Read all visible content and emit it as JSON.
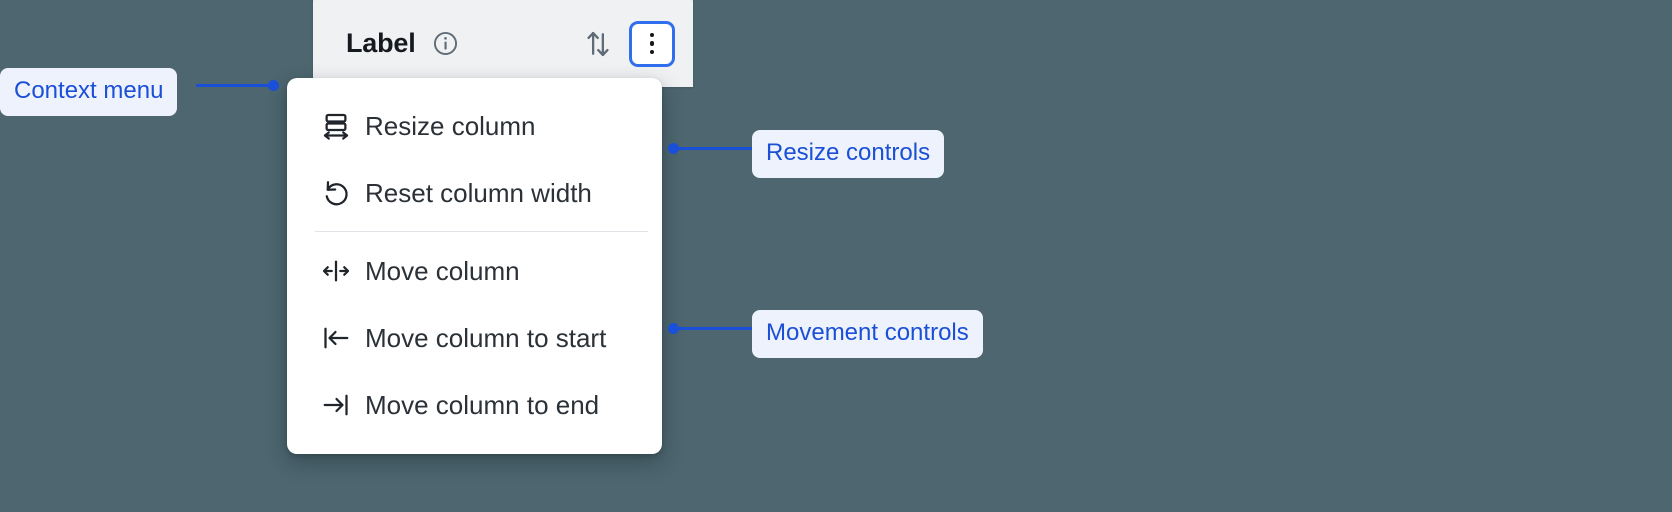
{
  "header": {
    "title": "Label",
    "info_icon": "info-circle-icon",
    "sort_icon": "sort-up-down-icon",
    "kebab_icon": "more-vertical-icon"
  },
  "context_menu": {
    "groups": [
      {
        "items": [
          {
            "label": "Resize column",
            "icon": "resize-column-horizontal-icon"
          },
          {
            "label": "Reset column width",
            "icon": "undo-rotate-left-icon"
          }
        ]
      },
      {
        "items": [
          {
            "label": "Move column",
            "icon": "move-left-right-icon"
          },
          {
            "label": "Move column to start",
            "icon": "arrow-to-start-icon"
          },
          {
            "label": "Move column to end",
            "icon": "arrow-to-end-icon"
          }
        ]
      }
    ]
  },
  "annotations": [
    {
      "label": "Context menu"
    },
    {
      "label": "Resize controls"
    },
    {
      "label": "Movement controls"
    }
  ],
  "colors": {
    "background": "#4d666f",
    "accent_blue": "#1a50d8",
    "focus_blue": "#2f6fed",
    "chip_background": "#eef2fd",
    "card_background": "#f0f1f3",
    "menu_background": "#ffffff",
    "menu_text": "#2b3137",
    "divider": "#dfe2e6"
  }
}
